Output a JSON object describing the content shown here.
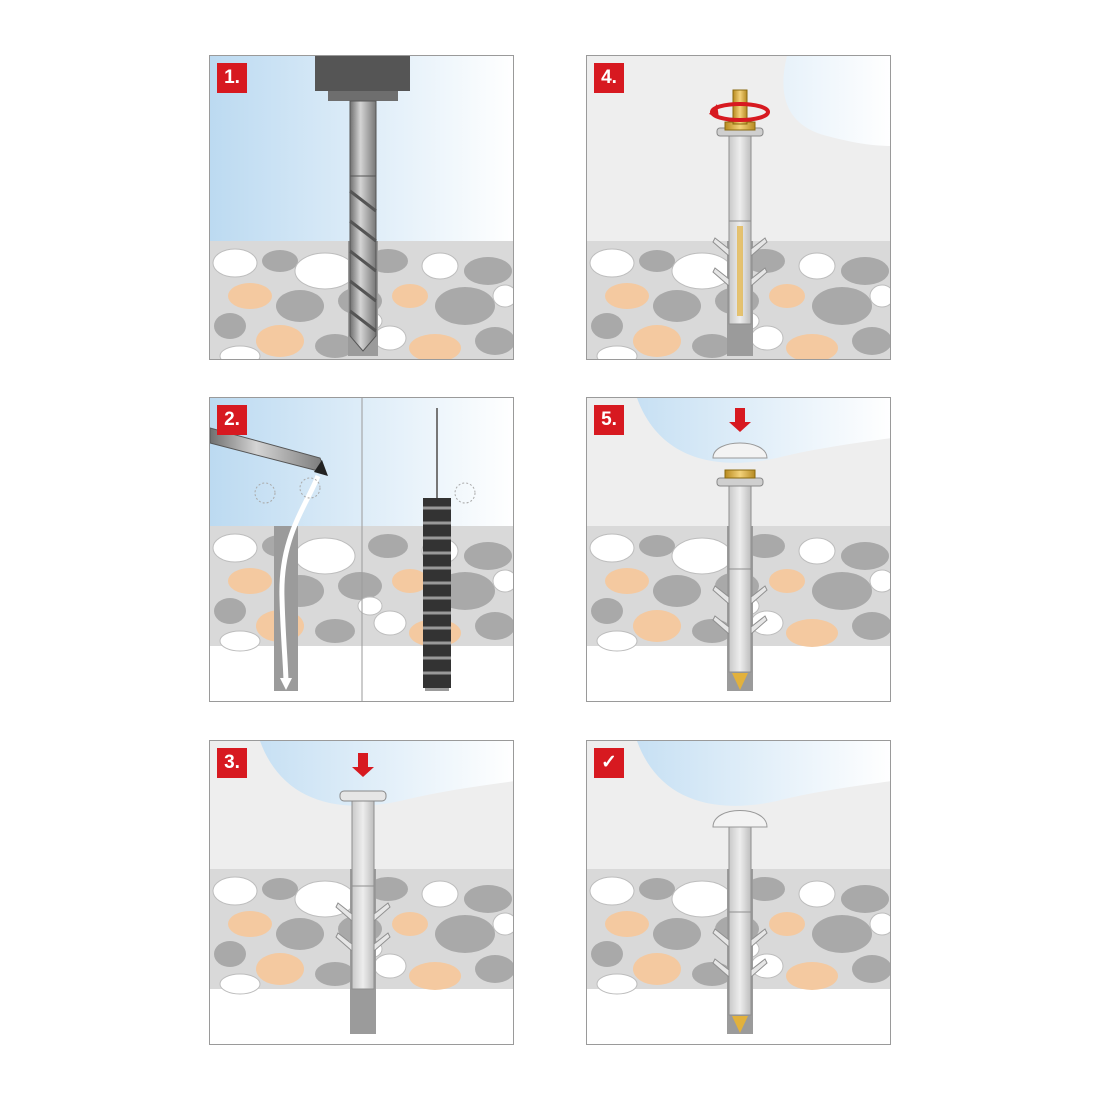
{
  "steps": [
    {
      "label": "1."
    },
    {
      "label": "2."
    },
    {
      "label": "3."
    },
    {
      "label": "4."
    },
    {
      "label": "5."
    },
    {
      "label": "✓"
    }
  ],
  "colors": {
    "accent_red": "#d71920",
    "sky_blue": "#bfdcf2",
    "concrete": "#d9d9d9",
    "stone_gray": "#a9a9a9",
    "stone_peach": "#f4c9a0",
    "stone_white": "#ffffff",
    "brass": "#e2b13c"
  }
}
